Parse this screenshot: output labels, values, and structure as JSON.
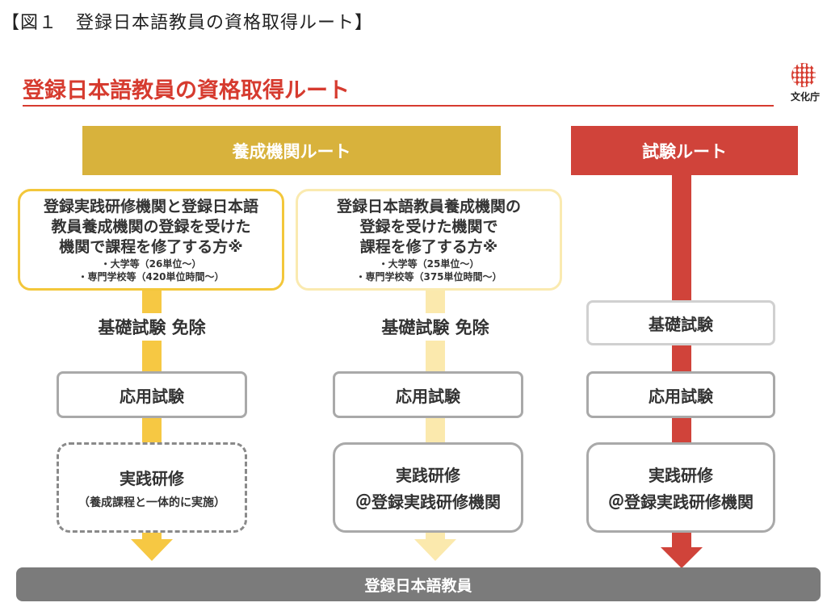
{
  "figure_title": "【図１　登録日本語教員の資格取得ルート】",
  "main_title": "登録日本語教員の資格取得ルート",
  "logo_text": "文化庁",
  "routes": {
    "training": {
      "header": "養成機関ルート",
      "col1": {
        "desc_lines": [
          "登録実践研修機関と登録日本語",
          "教員養成機関の登録を受けた",
          "機関で課程を修了する方※"
        ],
        "details": [
          "・大学等（26単位～）",
          "・専門学校等（420単位時間～）"
        ],
        "basic_exam": "基礎試験 免除",
        "applied_exam": "応用試験",
        "practicum_title": "実践研修",
        "practicum_sub": "（養成課程と一体的に実施）"
      },
      "col2": {
        "desc_lines": [
          "登録日本語教員養成機関の",
          "登録を受けた機関で",
          "課程を修了する方※"
        ],
        "details": [
          "・大学等（25単位～）",
          "・専門学校等（375単位時間～）"
        ],
        "basic_exam": "基礎試験 免除",
        "applied_exam": "応用試験",
        "practicum_title": "実践研修",
        "practicum_sub": "＠登録実践研修機関"
      }
    },
    "exam": {
      "header": "試験ルート",
      "basic_exam": "基礎試験",
      "applied_exam": "応用試験",
      "practicum_title": "実践研修",
      "practicum_sub": "＠登録実践研修機関"
    }
  },
  "result": "登録日本語教員",
  "colors": {
    "gold": "#d8b23c",
    "red": "#d0433a",
    "yellow": "#f6c843",
    "pale": "#fbe9ad",
    "gray": "#7b7b7b"
  }
}
